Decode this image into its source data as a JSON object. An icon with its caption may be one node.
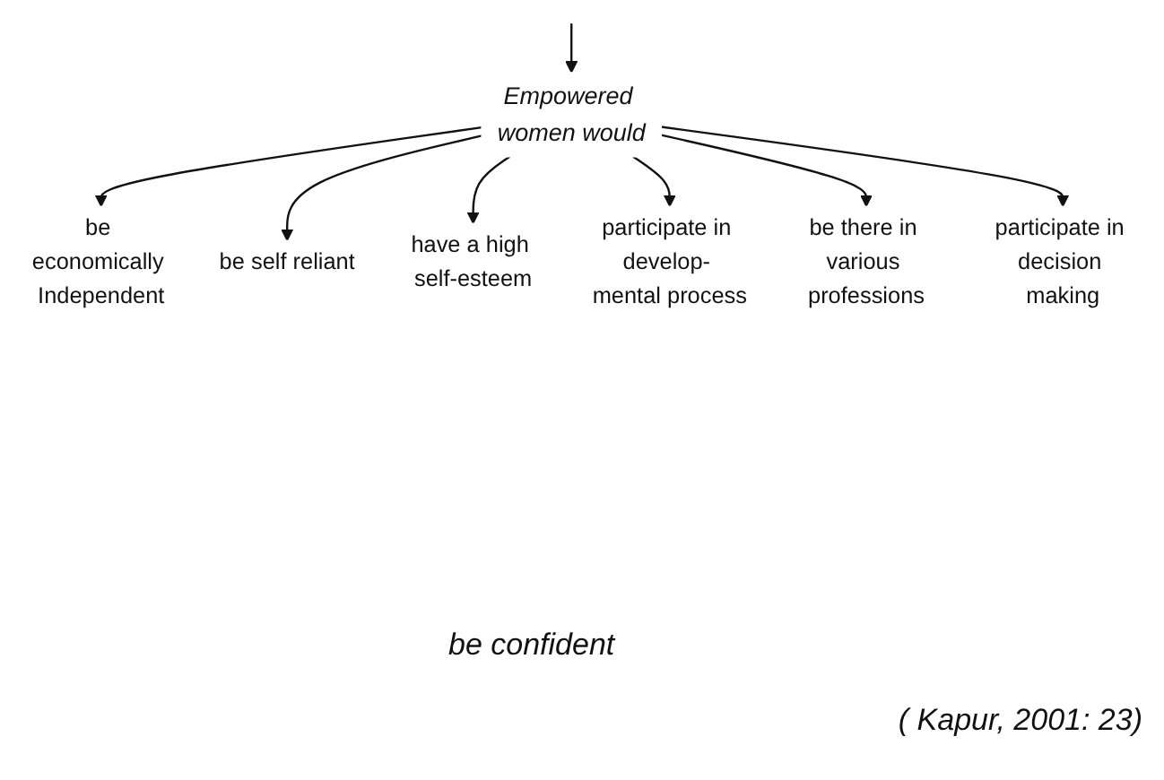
{
  "diagram": {
    "nodes": [
      {
        "text": [
          "Empowered women would"
        ]
      },
      {
        "text": [
          "be economically Independent"
        ]
      },
      {
        "text": [
          "be self reliant"
        ]
      },
      {
        "text": [
          "have a high self-esteem"
        ]
      },
      {
        "text": [
          "participate in develop- mental process"
        ]
      },
      {
        "text": [
          "be there in various professions"
        ]
      },
      {
        "text": [
          "participate in decision making"
        ]
      }
    ],
    "edges": [
      {
        "from": null,
        "to": 0,
        "arrow": "to"
      },
      {
        "from": 0,
        "to": 1,
        "arrow": "to"
      },
      {
        "from": 0,
        "to": 2,
        "arrow": "to"
      },
      {
        "from": 0,
        "to": 3,
        "arrow": "to"
      },
      {
        "from": 0,
        "to": 4,
        "arrow": "to"
      },
      {
        "from": 0,
        "to": 5,
        "arrow": "to"
      },
      {
        "from": 0,
        "to": 6,
        "arrow": "to"
      }
    ],
    "labels": [
      "be confident",
      "( Kapur, 2001: 23)"
    ]
  }
}
